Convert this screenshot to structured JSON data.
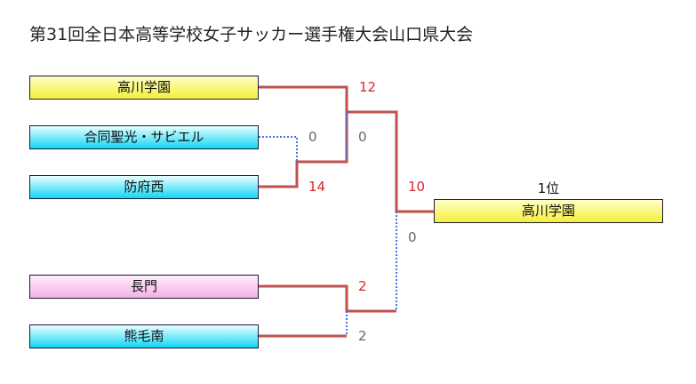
{
  "title": "第31回全日本高等学校女子サッカー選手権大会山口県大会",
  "teams": {
    "t1": "高川学園",
    "t2": "合同聖光・サビエル",
    "t3": "防府西",
    "t4": "長門",
    "t5": "熊毛南"
  },
  "scores": {
    "s_t2": "0",
    "s_t3": "14",
    "s_t1": "12",
    "s_q1": "0",
    "s_t4": "2",
    "s_t5": "2",
    "s_f_top": "10",
    "s_f_bottom": "0"
  },
  "champion": {
    "rank_label": "1位",
    "name": "高川学園"
  },
  "colors": {
    "winner_line": "#c0504d",
    "loser_line": "#4472e8",
    "win_score": "#d8272a",
    "lose_score": "#666666",
    "yellow_fill": "#f5ef3a",
    "cyan_fill": "#12d6f5",
    "pink_fill": "#f3b0e6"
  }
}
